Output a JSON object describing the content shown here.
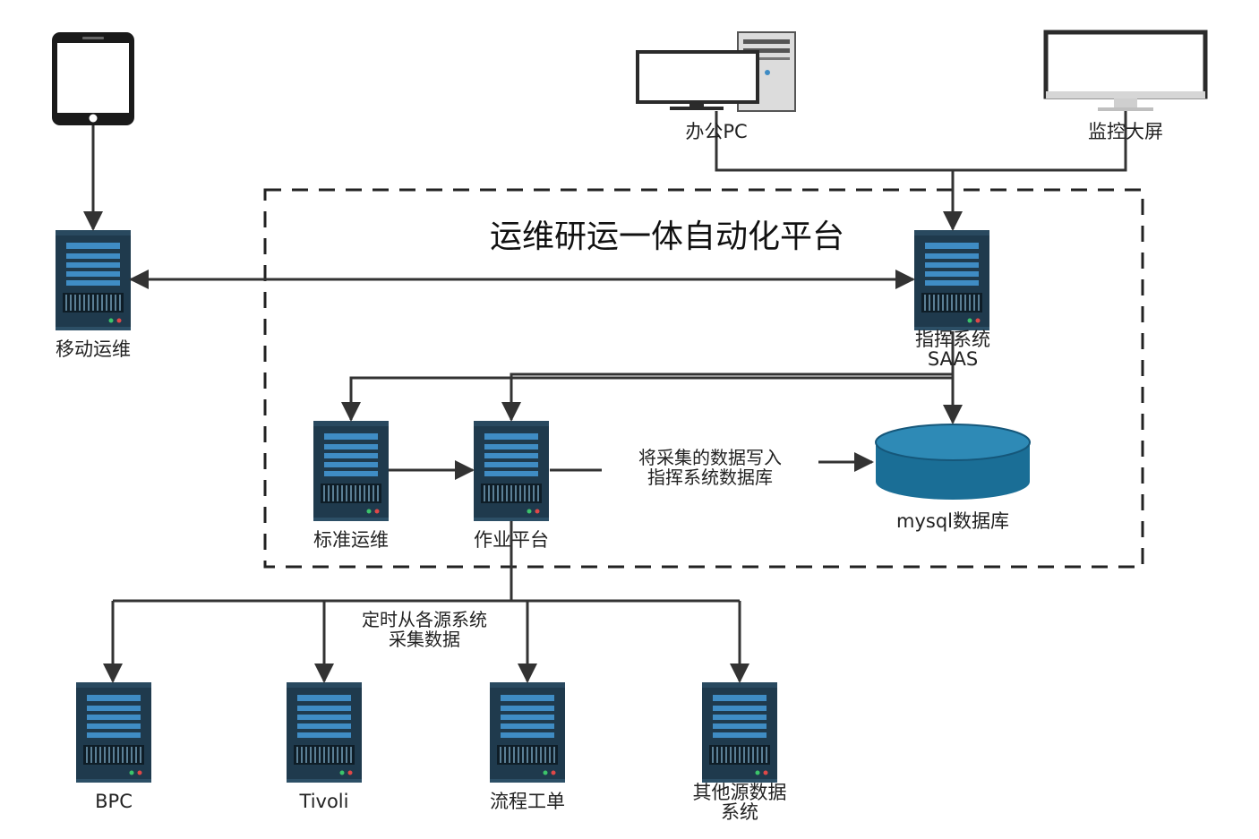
{
  "platform": {
    "title": "运维研运一体自动化平台"
  },
  "nodes": {
    "mobile_device": "",
    "office_pc": "办公PC",
    "monitor_screen": "监控大屏",
    "mobile_ops": "移动运维",
    "command_system_line1": "指挥系统",
    "command_system_line2": "SAAS",
    "standard_ops": "标准运维",
    "job_platform": "作业平台",
    "mysql_db": "mysql数据库",
    "bpc": "BPC",
    "tivoli": "Tivoli",
    "workflow_ticket": "流程工单",
    "other_sources_line1": "其他源数据",
    "other_sources_line2": "系统"
  },
  "edge_labels": {
    "write_db_line1": "将采集的数据写入",
    "write_db_line2": "指挥系统数据库",
    "collect_line1": "定时从各源系统",
    "collect_line2": "采集数据"
  },
  "colors": {
    "server_dark": "#1f3a4d",
    "server_mid": "#2a4e66",
    "server_stripe": "#3f8cc4",
    "db_fill": "#1a6e96",
    "db_top": "#2e8ab6",
    "line": "#333333"
  }
}
